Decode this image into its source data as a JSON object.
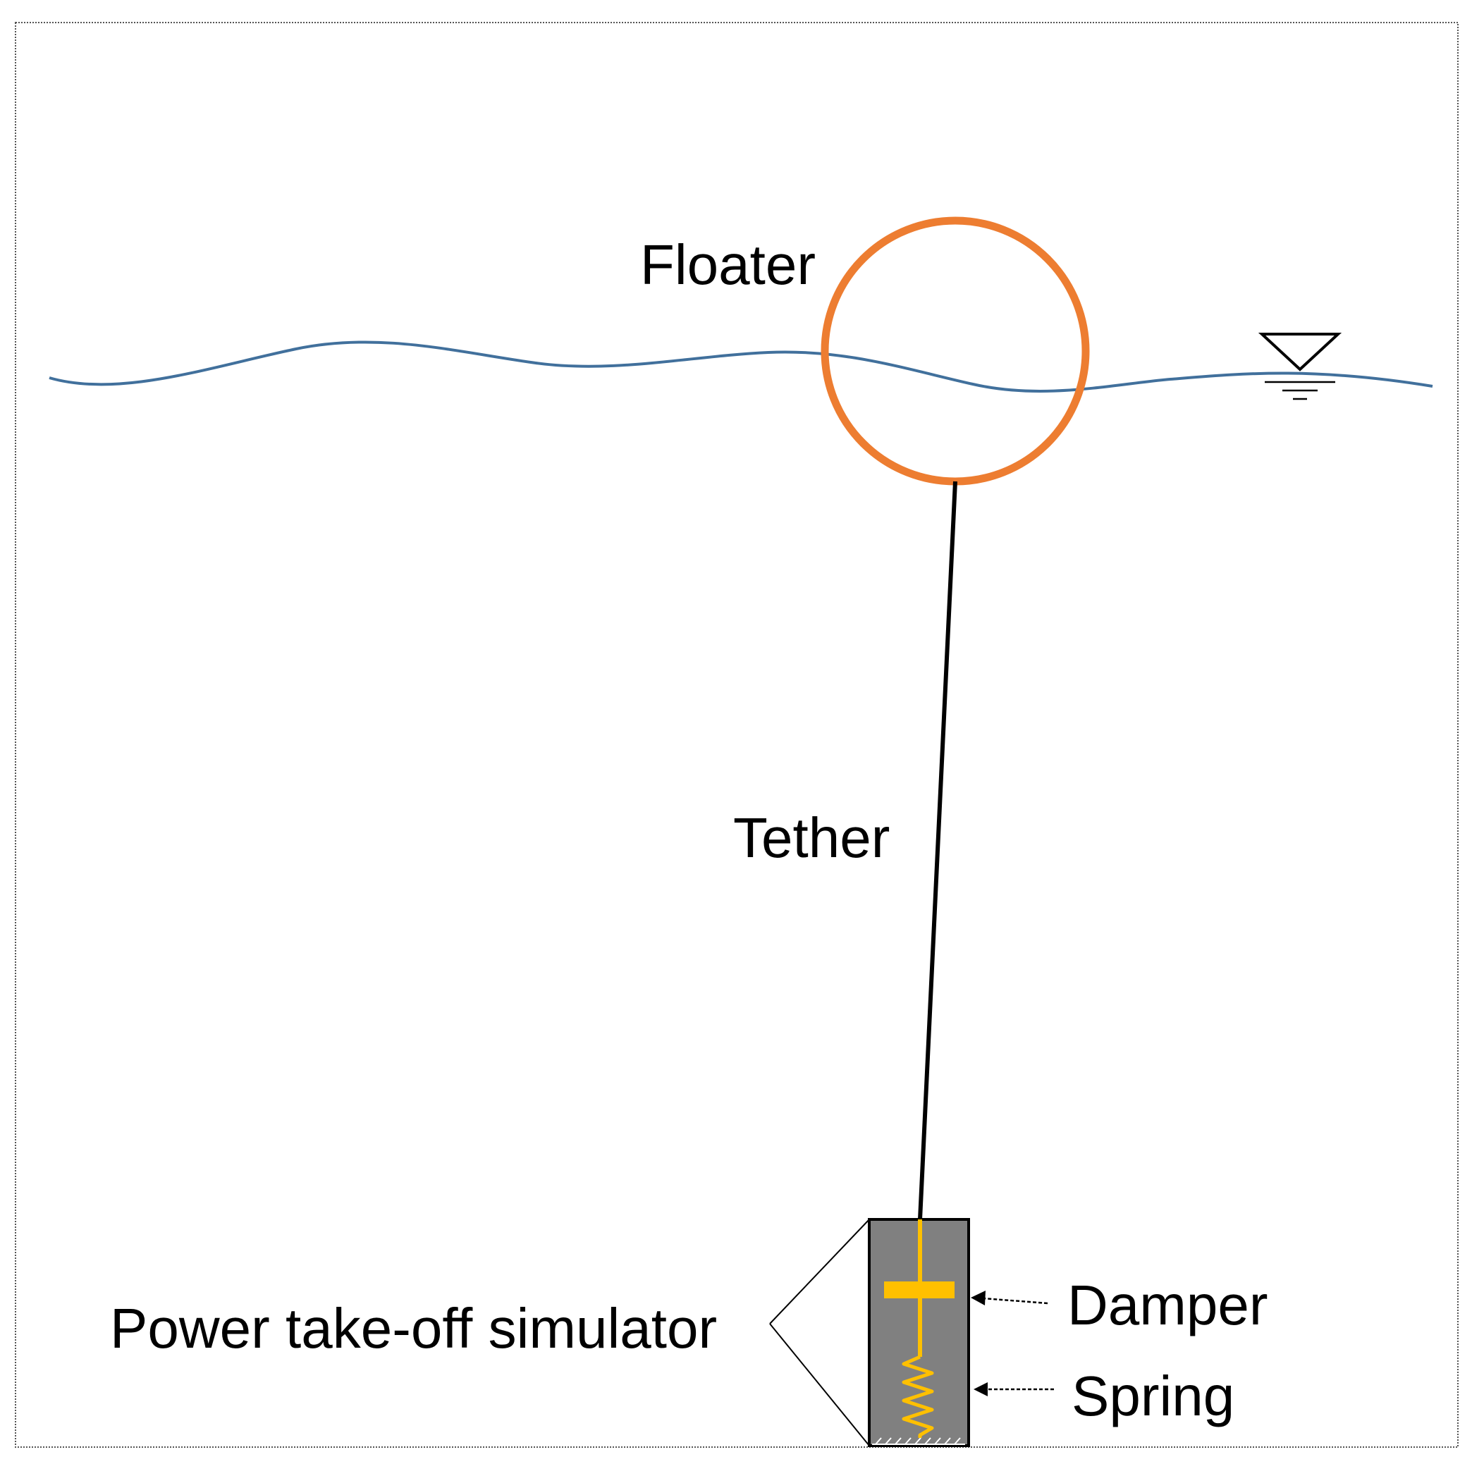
{
  "labels": {
    "floater": "Floater",
    "tether": "Tether",
    "pto": "Power take-off simulator",
    "damper": "Damper",
    "spring": "Spring"
  },
  "colors": {
    "water": "#41709c",
    "floater": "#ed7d31",
    "tether": "#000000",
    "pto_body": "#808080",
    "pto_mechanism": "#ffc000",
    "frame": "#555555"
  },
  "icons": {
    "water_level": "water-level-symbol-icon"
  }
}
